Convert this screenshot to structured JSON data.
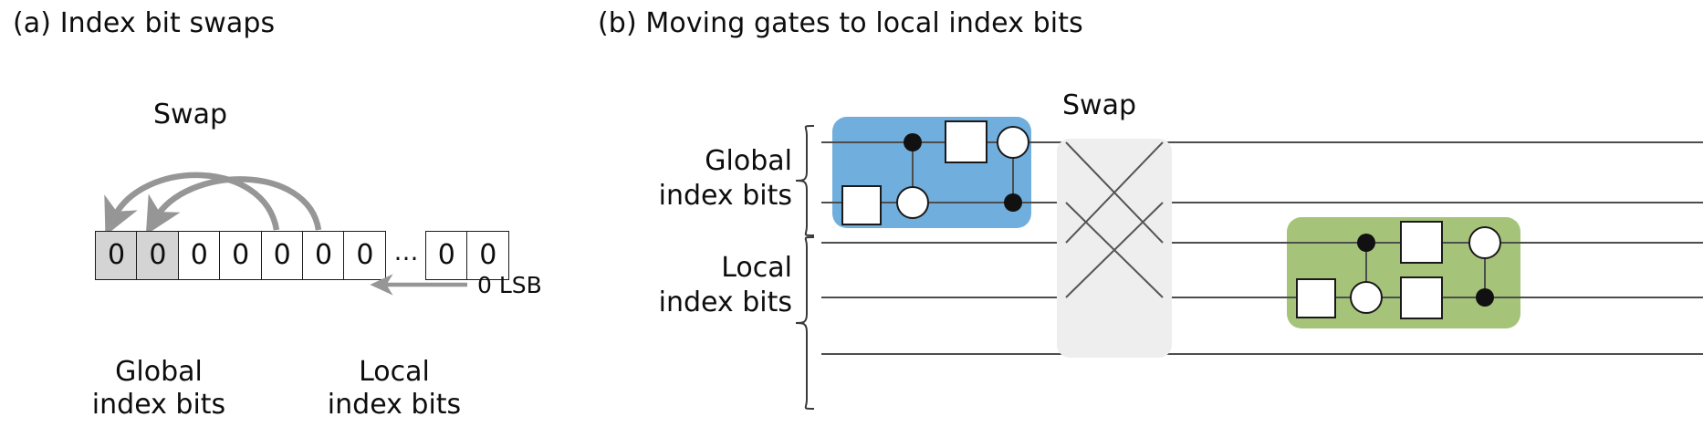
{
  "colors": {
    "blue_block": "#70aedd",
    "green_block": "#a6c479",
    "swap_block": "#eeeeee",
    "bit_shaded": "#d4d4d4",
    "arrow_gray": "#969696",
    "wire": "#4d4d4d",
    "ink": "#0d0d0d"
  },
  "panel_a": {
    "title": "(a) Index bit swaps",
    "swap_label": "Swap",
    "bits_left": [
      "0",
      "0",
      "0",
      "0",
      "0",
      "0",
      "0"
    ],
    "shaded_count": 2,
    "ellipsis": "…",
    "bits_right": [
      "0",
      "0"
    ],
    "lsb_label": "0 LSB",
    "group_global": "Global\nindex bits",
    "group_global_line1": "Global",
    "group_global_line2": "index bits",
    "group_local_line1": "Local",
    "group_local_line2": "index bits",
    "arrows": [
      {
        "from_index": 4,
        "to_index": 0
      },
      {
        "from_index": 5,
        "to_index": 1
      }
    ]
  },
  "panel_b": {
    "title": "(b) Moving gates to local index bits",
    "swap_label": "Swap",
    "global_label_line1": "Global",
    "global_label_line2": "index bits",
    "local_label_line1": "Local",
    "local_label_line2": "index bits",
    "wire_count": 5,
    "global_wires": [
      0,
      1
    ],
    "local_wires": [
      2,
      3,
      4
    ],
    "blue_block": {
      "wires": [
        0,
        1
      ],
      "elements": [
        {
          "type": "box",
          "wire": 1,
          "col": 0
        },
        {
          "type": "controlled",
          "control_wire": 0,
          "target_wire": 1,
          "control": "filled",
          "target": "open",
          "col": 1
        },
        {
          "type": "box",
          "wire": 0,
          "col": 2
        },
        {
          "type": "controlled",
          "control_wire": 1,
          "target_wire": 0,
          "control": "filled",
          "target": "open",
          "col": 3
        }
      ]
    },
    "green_block": {
      "wires": [
        2,
        3
      ],
      "elements": [
        {
          "type": "box",
          "wire": 3,
          "col": 0
        },
        {
          "type": "controlled",
          "control_wire": 2,
          "target_wire": 3,
          "control": "filled",
          "target": "open",
          "col": 1
        },
        {
          "type": "box",
          "wire": 2,
          "col": 2
        },
        {
          "type": "box",
          "wire": 3,
          "col": 2
        },
        {
          "type": "controlled",
          "control_wire": 3,
          "target_wire": 2,
          "control": "filled",
          "target": "open",
          "col": 3
        }
      ]
    },
    "swap_block": {
      "pairs": [
        [
          0,
          2
        ],
        [
          1,
          3
        ]
      ]
    }
  }
}
